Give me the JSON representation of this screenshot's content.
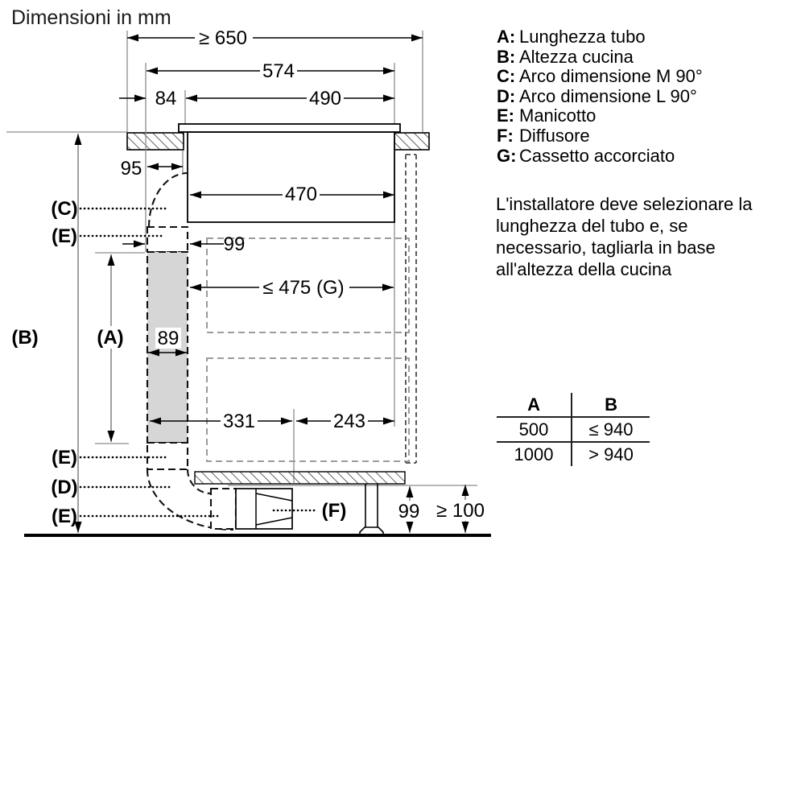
{
  "title": "Dimensioni in mm",
  "legend": {
    "items": [
      {
        "letter": "A:",
        "text": "Lunghezza tubo"
      },
      {
        "letter": "B:",
        "text": "Altezza cucina"
      },
      {
        "letter": "C:",
        "text": "Arco dimensione M 90°"
      },
      {
        "letter": "D:",
        "text": "Arco dimensione L 90°"
      },
      {
        "letter": "E:",
        "text": "Manicotto"
      },
      {
        "letter": "F:",
        "text": "Diffusore"
      },
      {
        "letter": "G:",
        "text": "Cassetto accorciato"
      }
    ]
  },
  "note": "L'installatore deve selezionare la\nlunghezza del tubo e, se\nnecessario, tagliarla in base\nall'altezza della cucina",
  "table": {
    "headers": [
      "A",
      "B"
    ],
    "rows": [
      [
        "500",
        "≤ 940"
      ],
      [
        "1000",
        "> 940"
      ]
    ]
  },
  "diagram": {
    "dims": {
      "d650": "≥ 650",
      "d574": "574",
      "d84": "84",
      "d490": "490",
      "d95": "95",
      "d470": "470",
      "d99_sleeve": "99",
      "d475": "≤ 475 (G)",
      "d89": "89",
      "d331": "331",
      "d243": "243",
      "d99_height": "99",
      "d100": "≥ 100"
    },
    "callouts": {
      "a": "(A)",
      "b": "(B)",
      "c": "(C)",
      "d": "(D)",
      "e": "(E)",
      "f": "(F)"
    }
  },
  "colors": {
    "line": "#000000",
    "gray_ref": "#8c8c8c",
    "duct_fill": "#d6d6d6",
    "drawer_dash": "#8f8f8f"
  }
}
